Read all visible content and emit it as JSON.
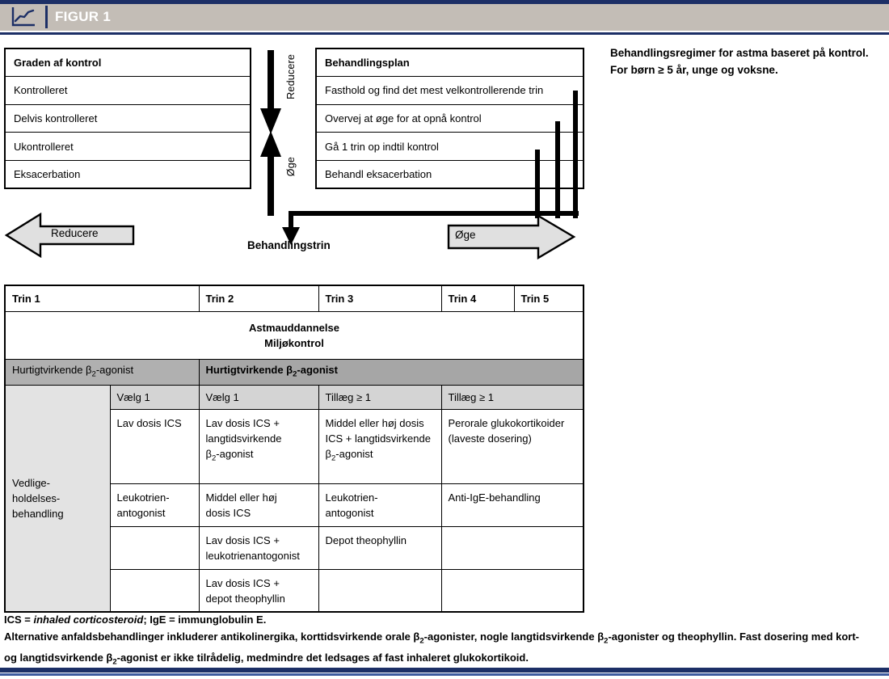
{
  "header": {
    "title": "FIGUR 1",
    "icon": "line-chart-icon",
    "band_color": "#c3bdb6",
    "accent_color": "#1c2f66"
  },
  "caption": {
    "line1": "Behandlingsregimer for astma baseret på kontrol.",
    "line2": "For børn ≥ 5 år, unge og voksne."
  },
  "control_table": {
    "header": "Graden af kontrol",
    "rows": [
      "Kontrolleret",
      "Delvis kontrolleret",
      "Ukontrolleret",
      "Eksacerbation"
    ]
  },
  "plan_table": {
    "header": "Behandlingsplan",
    "rows": [
      "Fasthold og find det mest velkontrollerende trin",
      "Overvej at øge for at opnå kontrol",
      "Gå 1 trin op indtil kontrol",
      "Behandl eksacerbation"
    ]
  },
  "vertical_arrow": {
    "up_label": "Reducere",
    "down_label": "Øge"
  },
  "flat_arrows": {
    "left_label": "Reducere",
    "right_label": "Øge"
  },
  "axis_label": "Behandlingstrin",
  "main_table": {
    "steps": [
      "Trin 1",
      "Trin 2",
      "Trin 3",
      "Trin 4",
      "Trin 5"
    ],
    "education_line1": "Astmauddannelse",
    "education_line2": "Miljøkontrol",
    "saba_left": "Hurtigtvirkende β2-agonist",
    "saba_right": "Hurtigtvirkende β2-agonist",
    "maintenance_label_l1": "Vedlige-",
    "maintenance_label_l2": "holdelses-",
    "maintenance_label_l3": "behandling",
    "pick_row": [
      "Vælg 1",
      "Vælg 1",
      "Tillæg ≥ 1",
      "Tillæg ≥ 1"
    ],
    "body_rows": [
      {
        "trin2": "Lav dosis ICS",
        "trin3": "Lav dosis ICS + langtidsvirkende β2-agonist",
        "trin4": "Middel eller høj dosis ICS + langtidsvirkende β2-agonist",
        "trin5": "Perorale glukokortikoider (laveste dosering)"
      },
      {
        "trin2": "Leukotrien-antogonist",
        "trin3": "Middel eller høj dosis ICS",
        "trin4": "Leukotrien-antogonist",
        "trin5": "Anti-IgE-behandling"
      },
      {
        "trin2": "",
        "trin3": "Lav dosis ICS + leukotrienantogonist",
        "trin4": "Depot theophyllin",
        "trin5": ""
      },
      {
        "trin2": "",
        "trin3": "Lav dosis ICS + depot theophyllin",
        "trin4": "",
        "trin5": ""
      }
    ]
  },
  "notes": {
    "line1_a": "ICS = ",
    "line1_b": "inhaled corticosteroid",
    "line1_c": ";  IgE = immunglobulin E.",
    "line2": "Alternative anfaldsbehandlinger inkluderer antikolinergika, korttidsvirkende orale β2-agonister, nogle langtidsvirkende β2-agonister og theophyllin. Fast dosering med kort- og langtidsvirkende β2-agonist er ikke tilrådelig, medmindre det ledsages af fast inhaleret glukokortikoid."
  },
  "colors": {
    "navy": "#1c2f66",
    "band": "#c3bdb6",
    "saba_left": "#b0b0b0",
    "saba_right": "#a6a6a6",
    "maintenance": "#e3e3e3",
    "pick": "#d4d4d4",
    "arrow_fill": "#e0e0e0"
  }
}
